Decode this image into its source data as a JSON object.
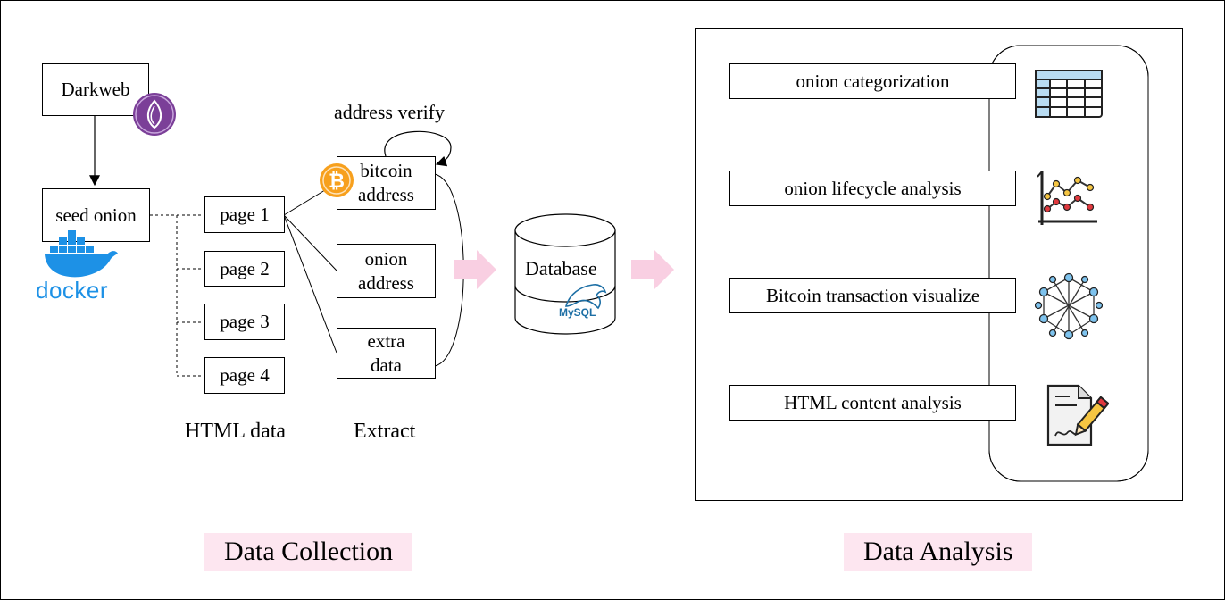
{
  "collection": {
    "darkweb": "Darkweb",
    "seed_onion": "seed onion",
    "docker_logo": "docker",
    "pages": [
      "page 1",
      "page 2",
      "page 3",
      "page 4"
    ],
    "html_data_label": "HTML data",
    "extract_label": "Extract",
    "address_verify": "address verify",
    "extract_boxes": {
      "bitcoin": [
        "bitcoin",
        "address"
      ],
      "onion": [
        "onion",
        "address"
      ],
      "extra": [
        "extra",
        "data"
      ]
    },
    "database": "Database",
    "mysql_logo": "MySQL",
    "title": "Data Collection"
  },
  "analysis": {
    "items": [
      "onion categorization",
      "onion lifecycle analysis",
      "Bitcoin transaction visualize",
      "HTML content analysis"
    ],
    "icons": [
      "table-icon",
      "line-chart-icon",
      "network-graph-icon",
      "document-pen-icon"
    ],
    "title": "Data Analysis"
  },
  "colors": {
    "highlight": "#fde6f0",
    "arrow": "#f9cfe2",
    "docker": "#1d91e6",
    "tor": "#7b3f98",
    "bitcoin": "#f7a01d"
  }
}
